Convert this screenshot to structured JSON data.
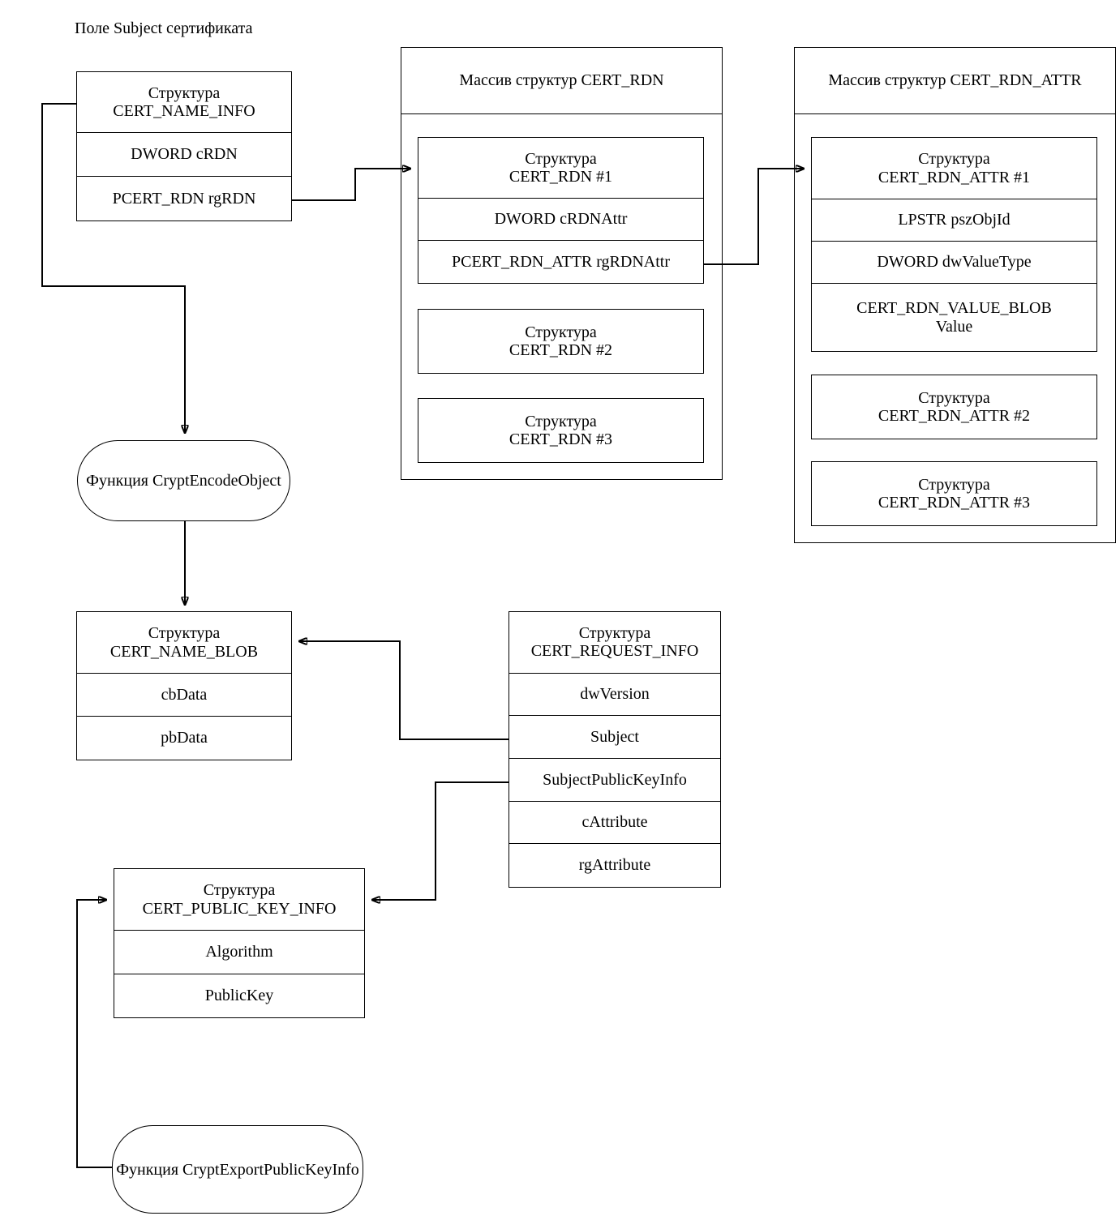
{
  "caption": {
    "text": "Поле Subject сертификата"
  },
  "labels": {
    "struct": "Структура",
    "array": "Массив структур",
    "function": "Функция"
  },
  "cert_name_info": {
    "title_line1": "Структура",
    "title_line2": "CERT_NAME_INFO",
    "fields": [
      "DWORD cRDN",
      "PCERT_RDN rgRDN"
    ]
  },
  "cert_rdn_array": {
    "head_line1": "Массив структур",
    "head_line2": "CERT_RDN",
    "items": [
      {
        "title_line1": "Структура",
        "title_line2": "CERT_RDN #1",
        "fields": [
          "DWORD cRDNAttr",
          "PCERT_RDN_ATTR rgRDNAttr"
        ]
      },
      {
        "title_line1": "Структура",
        "title_line2": "CERT_RDN #2",
        "fields": []
      },
      {
        "title_line1": "Структура",
        "title_line2": "CERT_RDN #3",
        "fields": []
      }
    ]
  },
  "cert_rdn_attr_array": {
    "head_line1": "Массив структур",
    "head_line2": "CERT_RDN_ATTR",
    "items": [
      {
        "title_line1": "Структура",
        "title_line2": "CERT_RDN_ATTR #1",
        "fields": [
          "LPSTR pszObjId",
          "DWORD dwValueType"
        ],
        "field_blob_line1": "CERT_RDN_VALUE_BLOB",
        "field_blob_line2": "Value"
      },
      {
        "title_line1": "Структура",
        "title_line2": "CERT_RDN_ATTR #2",
        "fields": []
      },
      {
        "title_line1": "Структура",
        "title_line2": "CERT_RDN_ATTR #3",
        "fields": []
      }
    ]
  },
  "crypt_encode_object": {
    "line1": "Функция",
    "line2": "CryptEncodeObject"
  },
  "cert_name_blob": {
    "title_line1": "Структура",
    "title_line2": "CERT_NAME_BLOB",
    "fields": [
      "cbData",
      "pbData"
    ]
  },
  "cert_request_info": {
    "title_line1": "Структура",
    "title_line2": "CERT_REQUEST_INFO",
    "fields": [
      "dwVersion",
      "Subject",
      "SubjectPublicKeyInfo",
      "cAttribute",
      "rgAttribute"
    ]
  },
  "cert_public_key_info": {
    "title_line1": "Структура",
    "title_line2": "CERT_PUBLIC_KEY_INFO",
    "fields": [
      "Algorithm",
      "PublicKey"
    ]
  },
  "crypt_export_public_key_info": {
    "line1": "Функция",
    "line2": "CryptExportPublicKeyInfo"
  },
  "colors": {
    "stroke": "#000000",
    "background": "#ffffff"
  }
}
